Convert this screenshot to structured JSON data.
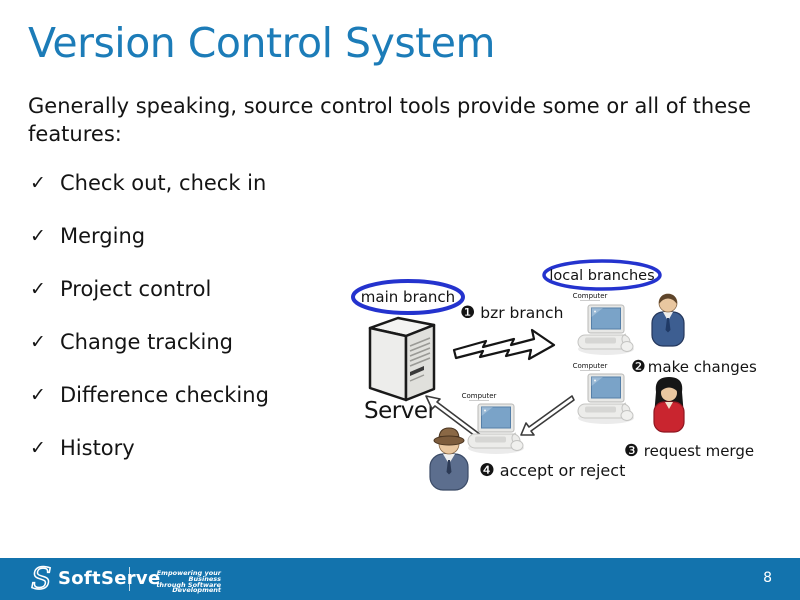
{
  "slide": {
    "title": "Version Control System",
    "intro": "Generally speaking, source control tools provide some or all of these features:",
    "bullet_glyph": "✓",
    "bullets": [
      "Check out, check in",
      "Merging",
      "Project control",
      "Change tracking",
      "Difference checking",
      "History"
    ]
  },
  "diagram": {
    "main_branch_label": "main branch",
    "local_branches_label": "local branches",
    "server_label": "Server",
    "computer_caption": "Computer",
    "steps": [
      {
        "num": "❶",
        "label": "bzr branch"
      },
      {
        "num": "❷",
        "label": "make changes"
      },
      {
        "num": "❸",
        "label": "request merge"
      },
      {
        "num": "❹",
        "label": "accept or reject"
      }
    ],
    "colors": {
      "ellipse_blue": "#2433CE",
      "screen_blue": "#7AA3C8",
      "server_gray": "#EDEDEB"
    }
  },
  "footer": {
    "brand": "SoftServe",
    "tagline_line1": "Empowering your Business",
    "tagline_line2": "through Software Development",
    "page_number": "8",
    "bar_color": "#1373AD"
  },
  "colors": {
    "title_blue": "#1C7CB8",
    "body_text": "#141414"
  }
}
